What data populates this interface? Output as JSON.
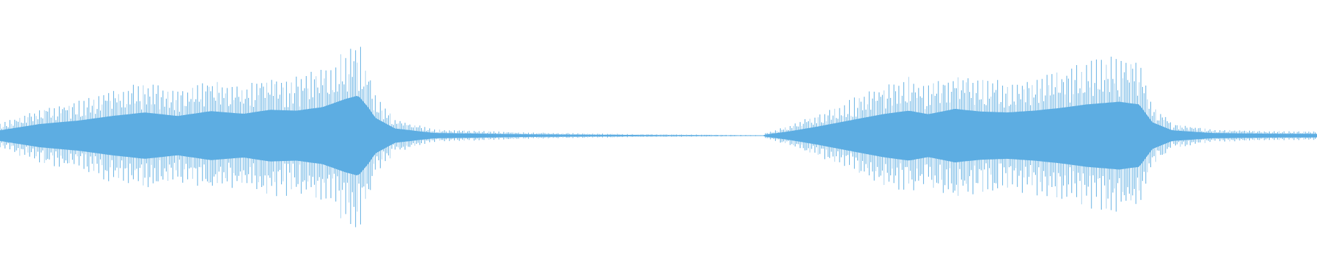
{
  "waveform": {
    "color": "#5dade2",
    "light_color": "#a9d2f0",
    "background": "#ffffff",
    "segments": [
      {
        "name": "first-sound-burst",
        "start": 0.0,
        "end": 0.285,
        "envelope": [
          [
            0.0,
            0.12
          ],
          [
            0.03,
            0.26
          ],
          [
            0.06,
            0.34
          ],
          [
            0.085,
            0.44
          ],
          [
            0.11,
            0.52
          ],
          [
            0.135,
            0.44
          ],
          [
            0.16,
            0.55
          ],
          [
            0.185,
            0.49
          ],
          [
            0.205,
            0.58
          ],
          [
            0.225,
            0.56
          ],
          [
            0.245,
            0.64
          ],
          [
            0.262,
            0.82
          ],
          [
            0.272,
            0.9
          ],
          [
            0.28,
            0.62
          ],
          [
            0.285,
            0.4
          ]
        ]
      },
      {
        "name": "first-decay-tail",
        "start": 0.285,
        "end": 0.58,
        "envelope": [
          [
            0.285,
            0.4
          ],
          [
            0.3,
            0.16
          ],
          [
            0.33,
            0.06
          ],
          [
            0.4,
            0.03
          ],
          [
            0.48,
            0.015
          ],
          [
            0.55,
            0.008
          ],
          [
            0.58,
            0.004
          ]
        ]
      },
      {
        "name": "second-sound-burst",
        "start": 0.58,
        "end": 0.875,
        "envelope": [
          [
            0.58,
            0.02
          ],
          [
            0.6,
            0.1
          ],
          [
            0.62,
            0.2
          ],
          [
            0.645,
            0.34
          ],
          [
            0.67,
            0.48
          ],
          [
            0.69,
            0.56
          ],
          [
            0.705,
            0.48
          ],
          [
            0.725,
            0.6
          ],
          [
            0.745,
            0.54
          ],
          [
            0.765,
            0.52
          ],
          [
            0.785,
            0.56
          ],
          [
            0.805,
            0.62
          ],
          [
            0.825,
            0.7
          ],
          [
            0.85,
            0.76
          ],
          [
            0.865,
            0.7
          ],
          [
            0.875,
            0.3
          ]
        ]
      },
      {
        "name": "second-decay-tail",
        "start": 0.875,
        "end": 1.0,
        "envelope": [
          [
            0.875,
            0.3
          ],
          [
            0.89,
            0.12
          ],
          [
            0.92,
            0.06
          ],
          [
            0.96,
            0.045
          ],
          [
            1.0,
            0.04
          ]
        ]
      }
    ]
  }
}
